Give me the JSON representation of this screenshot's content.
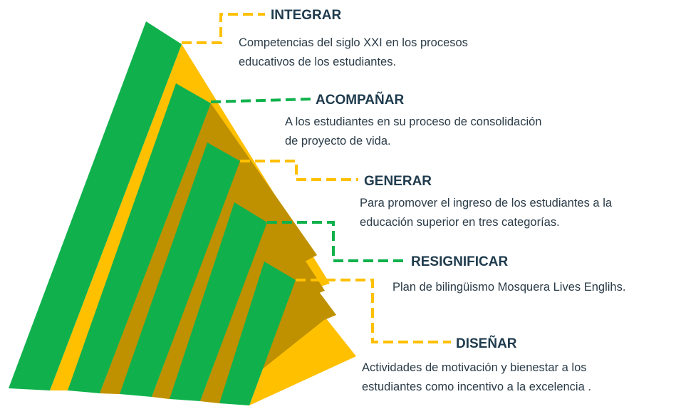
{
  "colors": {
    "green": "#10b14c",
    "yellow": "#ffc000",
    "brown": "#bf9000",
    "title_text": "#1f3b4d",
    "desc_text": "#2a3b47"
  },
  "items": [
    {
      "title": "INTEGRAR",
      "description": "Competencias del siglo XXI en los procesos\neducativos de los estudiantes.",
      "connector_color": "yellow"
    },
    {
      "title": "ACOMPAÑAR",
      "description": "A los estudiantes en su proceso de consolidación\nde proyecto de vida.",
      "connector_color": "green"
    },
    {
      "title": "GENERAR",
      "description": "Para promover el ingreso de los estudiantes a la\neducación superior en tres categorías.",
      "connector_color": "yellow"
    },
    {
      "title": "RESIGNIFICAR",
      "description": "Plan de bilingüismo Mosquera Lives Englihs.",
      "connector_color": "green"
    },
    {
      "title": "DISEÑAR",
      "description": "Actividades de motivación y bienestar a los\nestudiantes como incentivo a la excelencia .",
      "connector_color": "yellow"
    }
  ]
}
